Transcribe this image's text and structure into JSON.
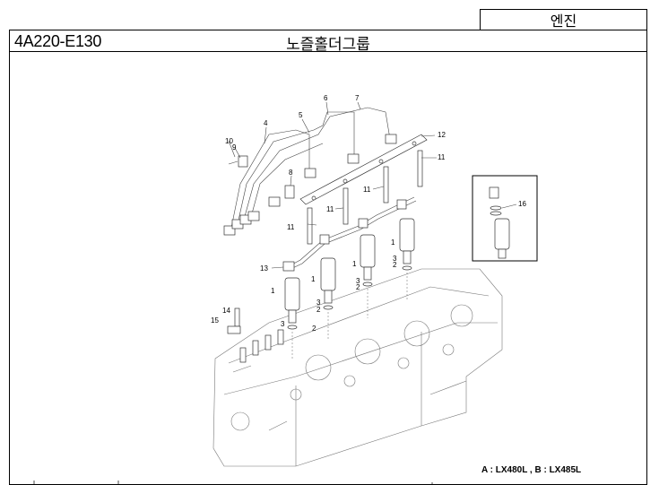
{
  "header": {
    "category": "엔진",
    "part_code": "4A220-E130",
    "group_title": "노즐홀더그룹"
  },
  "callouts": {
    "c1": "1",
    "c2": "2",
    "c3": "3",
    "c4": "4",
    "c5": "5",
    "c6": "6",
    "c7": "7",
    "c8": "8",
    "c9": "9",
    "c10": "10",
    "c11": "11",
    "c12": "12",
    "c13": "13",
    "c14": "14",
    "c15": "15",
    "c16": "16"
  },
  "model_note": "A : LX480L , B : LX485L"
}
